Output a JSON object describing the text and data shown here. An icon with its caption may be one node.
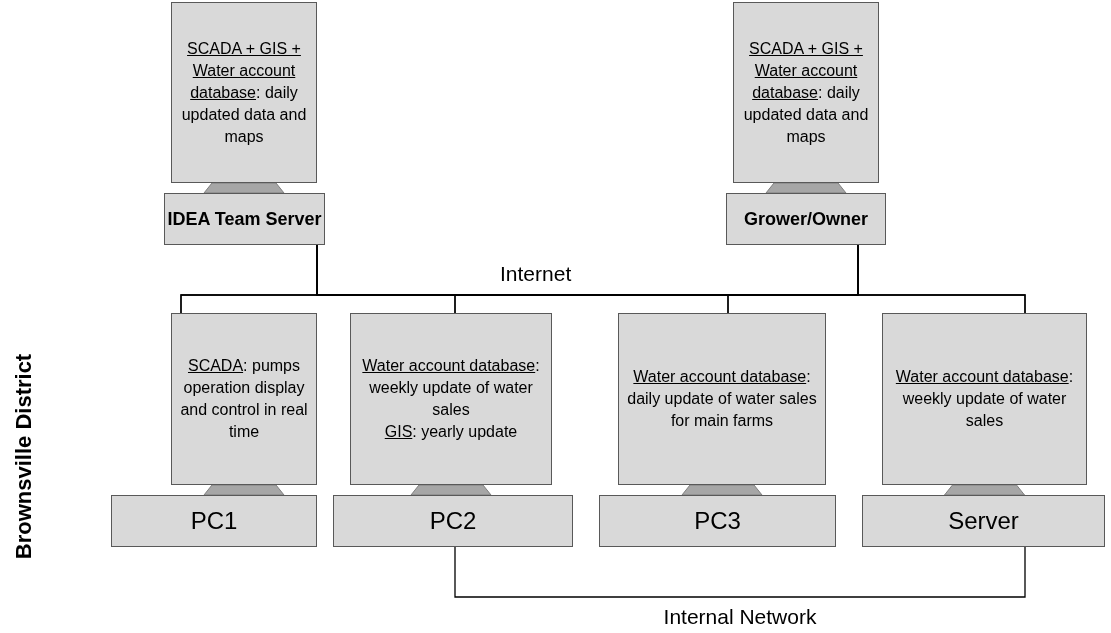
{
  "diagram": {
    "nodes": [
      {
        "text": [
          "SCADA + GIS + Water account database",
          ": daily updated data and maps"
        ]
      },
      {
        "text": [
          "IDEA Team Server"
        ]
      },
      {
        "text": [
          "SCADA + GIS + Water account database",
          ": daily updated data and maps"
        ]
      },
      {
        "text": [
          "Grower/Owner"
        ]
      },
      {
        "text": [
          "SCADA",
          ": pumps operation display and control in real time"
        ]
      },
      {
        "text": [
          "PC1"
        ]
      },
      {
        "text": [
          "Water account database",
          ": weekly update of water sales",
          "GIS",
          ": yearly update"
        ]
      },
      {
        "text": [
          "PC2"
        ]
      },
      {
        "text": [
          "Water account database",
          ": daily update of water sales for main farms"
        ]
      },
      {
        "text": [
          "PC3"
        ]
      },
      {
        "text": [
          "Water account database",
          ": weekly update of water sales"
        ]
      },
      {
        "text": [
          "Server"
        ]
      }
    ],
    "edges": [
      {
        "from": 1,
        "to": 4,
        "arrow": "none"
      },
      {
        "from": 1,
        "to": 6,
        "arrow": "none"
      },
      {
        "from": 1,
        "to": 8,
        "arrow": "none"
      },
      {
        "from": 1,
        "to": 10,
        "arrow": "none"
      },
      {
        "from": 3,
        "to": 4,
        "arrow": "none"
      },
      {
        "from": 3,
        "to": 6,
        "arrow": "none"
      },
      {
        "from": 3,
        "to": 8,
        "arrow": "none"
      },
      {
        "from": 3,
        "to": 10,
        "arrow": "none"
      },
      {
        "from": 7,
        "to": 11,
        "arrow": "none",
        "label": "Internal Network"
      }
    ],
    "labels": [
      "Internet",
      "Brownsville District"
    ]
  }
}
